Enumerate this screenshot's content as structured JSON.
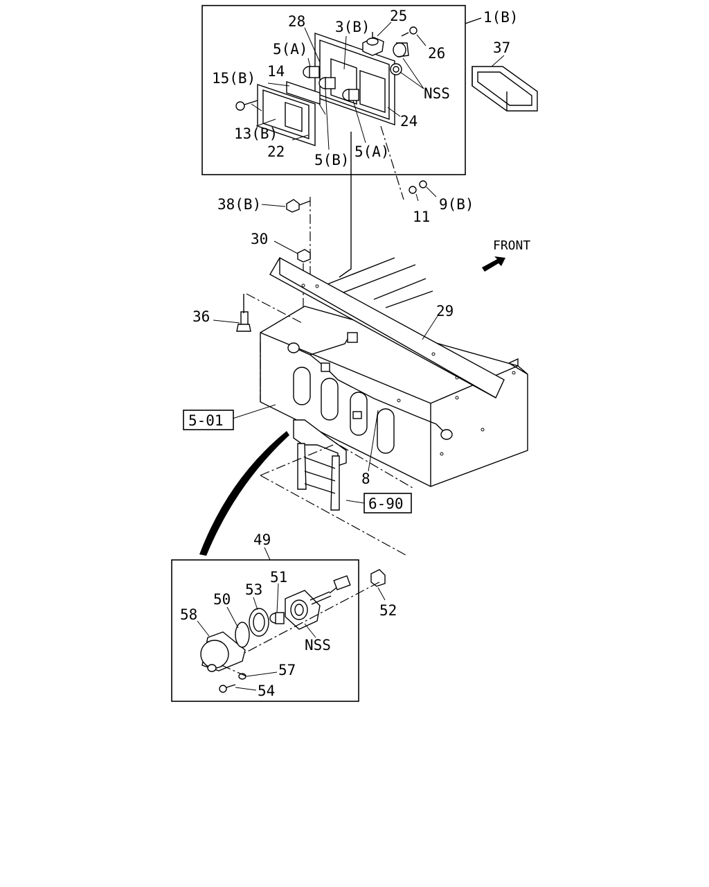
{
  "labels": {
    "l_1b": "1(B)",
    "l_28": "28",
    "l_3b": "3(B)",
    "l_25": "25",
    "l_26": "26",
    "l_37": "37",
    "l_5a_top": "5(A)",
    "l_14": "14",
    "l_15b": "15(B)",
    "l_nss_top": "NSS",
    "l_13b": "13(B)",
    "l_24": "24",
    "l_22": "22",
    "l_5b": "5(B)",
    "l_5a_bottom": "5(A)",
    "l_38b": "38(B)",
    "l_9b": "9(B)",
    "l_11": "11",
    "l_30": "30",
    "l_front": "FRONT",
    "l_29": "29",
    "l_36": "36",
    "l_8": "8",
    "l_49": "49",
    "l_51": "51",
    "l_53": "53",
    "l_50": "50",
    "l_58": "58",
    "l_52": "52",
    "l_nss_bottom": "NSS",
    "l_57": "57",
    "l_54": "54"
  },
  "refs": {
    "ref_5_01": "5-01",
    "ref_6_90": "6-90"
  }
}
